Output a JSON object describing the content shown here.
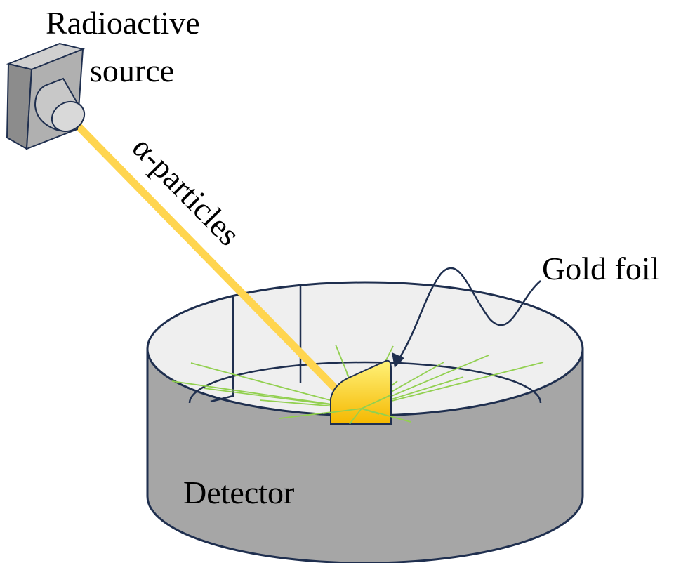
{
  "labels": {
    "source_line1": "Radioactive",
    "source_line2": "source",
    "beam": "α-particles",
    "foil": "Gold foil",
    "detector": "Detector"
  },
  "colors": {
    "outline": "#1f2f4f",
    "detector_wall": "#a6a6a6",
    "detector_inner": "#efefef",
    "beam": "#ffd54f",
    "scatter": "#92d050",
    "foil_light": "#fff27a",
    "foil_dark": "#f5b800",
    "source_front": "#b0b0b0",
    "source_side": "#8c8c8c",
    "source_top": "#d0d0d0"
  }
}
